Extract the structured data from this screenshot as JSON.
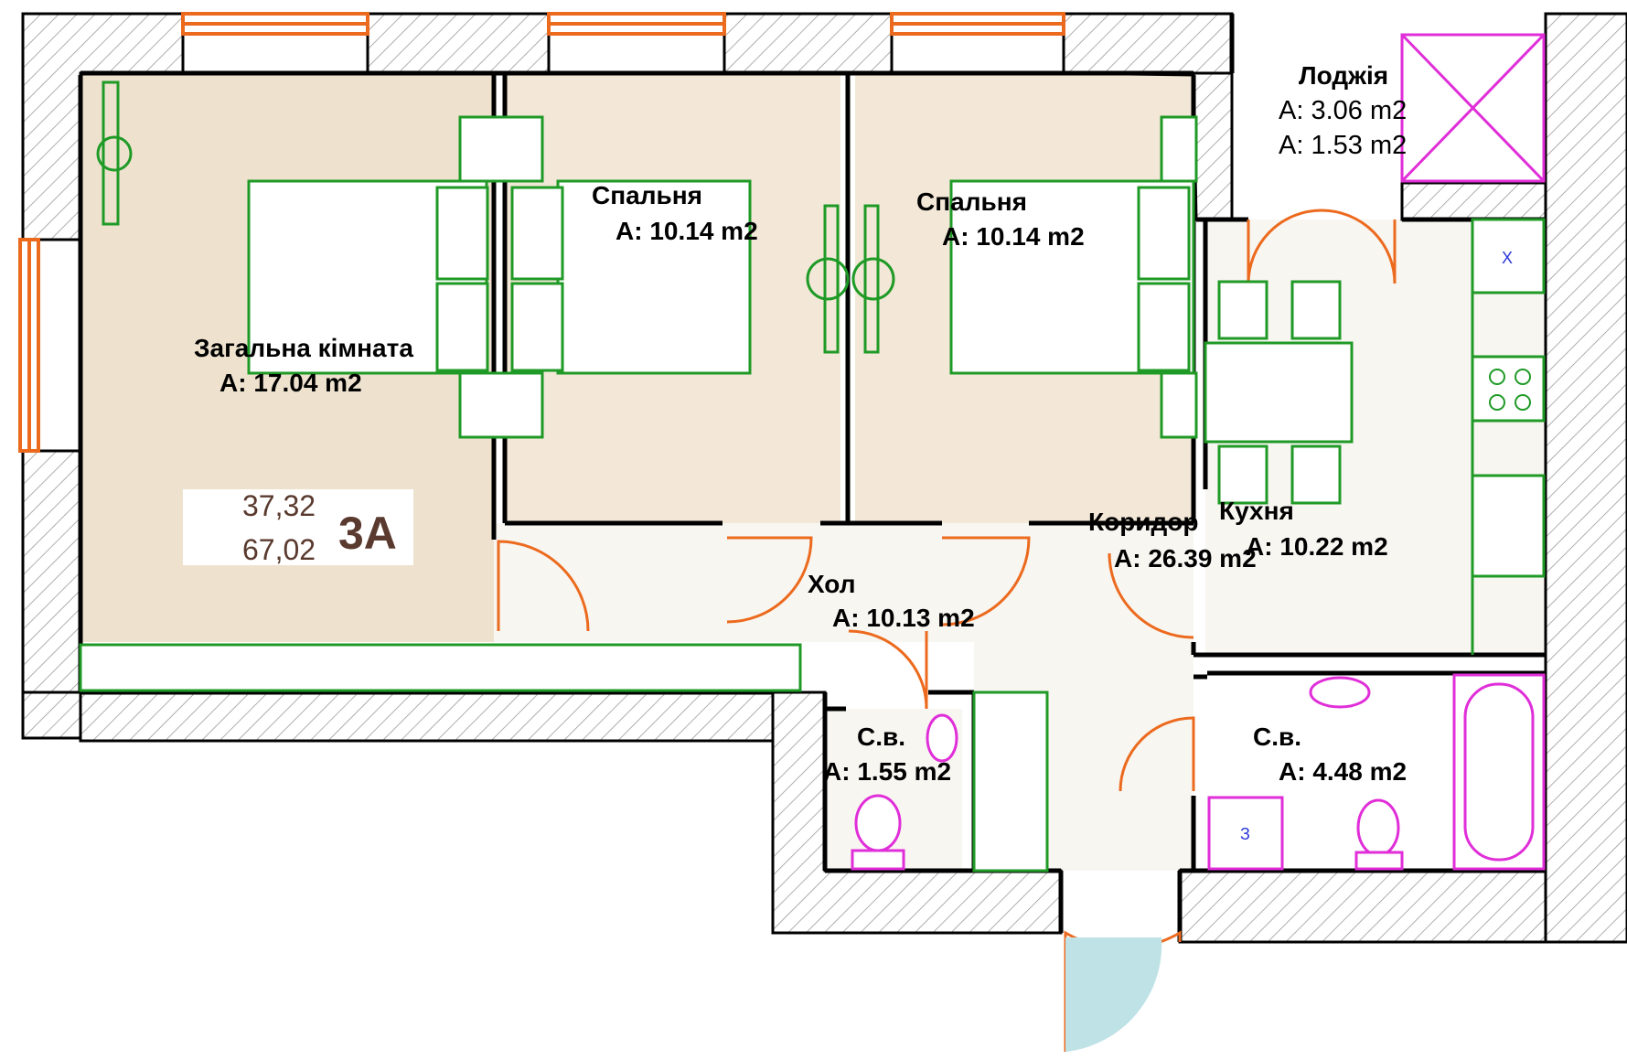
{
  "colors": {
    "wall": "#000000",
    "hatch": "#9a9a9a",
    "living_floor": "#eee2cf",
    "bedroom_floor": "#f3e8d7",
    "hall_floor": "#f8f6f1",
    "window": "#ec6a1e",
    "furniture": "#1f9a26",
    "sanitary": "#e02ed8",
    "entrance": "#bfe2e6"
  },
  "rooms": {
    "living": {
      "name": "Загальна кімната",
      "area": "A: 17.04 m2"
    },
    "bedroom1": {
      "name": "Спальня",
      "area": "A: 10.14 m2"
    },
    "bedroom2": {
      "name": "Спальня",
      "area": "A: 10.14 m2"
    },
    "loggia": {
      "name": "Лоджія",
      "area1": "A: 3.06 m2",
      "area2": "A: 1.53 m2"
    },
    "corridor": {
      "name": "Коридор",
      "area": "A: 26.39 m2"
    },
    "kitchen": {
      "name": "Кухня",
      "area": "A: 10.22 m2"
    },
    "hall": {
      "name": "Хол",
      "area": "A: 10.13 m2"
    },
    "wc_small": {
      "name": "С.в.",
      "area": "A: 1.55 m2"
    },
    "wc_large": {
      "name": "С.в.",
      "area": "A: 4.48 m2"
    }
  },
  "badge": {
    "living_area": "37,32",
    "total_area": "67,02",
    "code": "3А"
  },
  "appliances": {
    "fridge_mark": "X",
    "washer_mark": "З"
  }
}
